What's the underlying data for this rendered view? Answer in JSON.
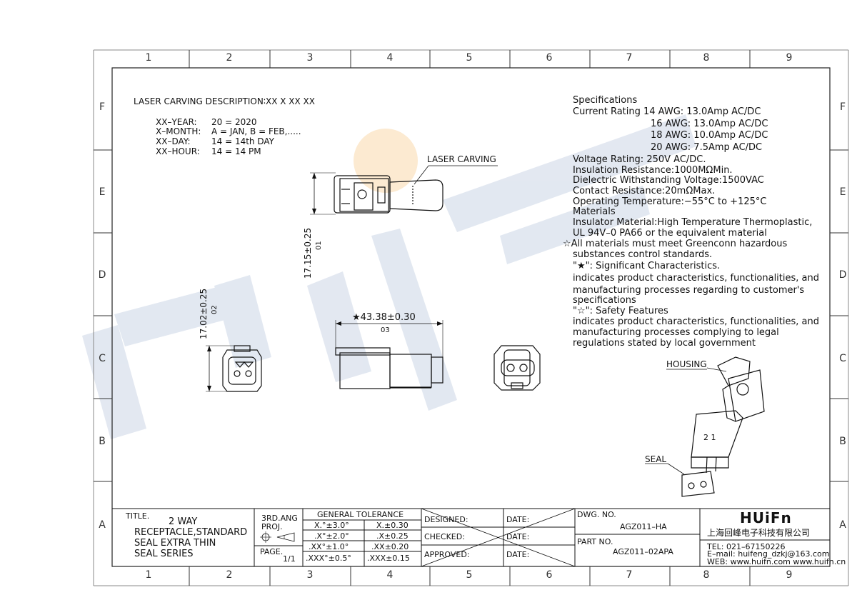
{
  "grid": {
    "columns": [
      "1",
      "2",
      "3",
      "4",
      "5",
      "6",
      "7",
      "8",
      "9"
    ],
    "rows": [
      "F",
      "E",
      "D",
      "C",
      "B",
      "A"
    ]
  },
  "laser": {
    "title": "LASER CARVING DESCRIPTION∶XX X XX XX",
    "year_label": "XX–YEAR:",
    "year_value": "20 = 2020",
    "month_label": "X–MONTH:",
    "month_value": "A = JAN, B = FEB,.....",
    "day_label": "XX–DAY:",
    "day_value": "14 = 14th DAY",
    "hour_label": "XX–HOUR:",
    "hour_value": "14 = 14 PM"
  },
  "drawing": {
    "laser_carving_label": "LASER CARVING",
    "dim_height": "17.15±0.25",
    "dim_height_ref": "01",
    "dim_width": "17.02±0.25",
    "dim_width_ref": "02",
    "dim_length": "★43.38±0.30",
    "dim_length_ref": "03",
    "housing_label": "HOUSING",
    "seal_label": "SEAL",
    "pin_labels": "2  1"
  },
  "specs": {
    "heading": "Specifications",
    "current_1": "Current Rating 14 AWG: 13.0Amp AC/DC",
    "current_2": "16 AWG: 13.0Amp AC/DC",
    "current_3": "18 AWG: 10.0Amp AC/DC",
    "current_4": "20 AWG: 7.5Amp   AC/DC",
    "voltage": "Voltage Rating: 250V AC/DC.",
    "insulation_resistance": "Insulation Resistance:1000MΩMin.",
    "dielectric": "Dielectric Withstanding Voltage:1500VAC",
    "contact": "Contact Resistance:20mΩMax.",
    "temperature": "Operating Temperature:−55°C to +125°C",
    "materials": "Materials",
    "insulator_1": "Insulator Material:High Temperature Thermoplastic,",
    "insulator_2": "UL 94V–0 PA66 or the equivalent material",
    "hazard_1": "☆All materials must meet Greenconn hazardous",
    "hazard_2": "substances control standards.",
    "sig_title": "\"★\": Significant Characteristics.",
    "sig_1": "indicates product characteristics, functionalities, and",
    "sig_2": "manufacturing processes regarding to customer's",
    "sig_3": "specifications",
    "safety_title": "\"☆\": Safety Features",
    "safety_1": "indicates product characteristics, functionalities, and",
    "safety_2": "manufacturing processes complying to legal",
    "safety_3": "regulations stated by local government"
  },
  "titleblock": {
    "title_label": "TITLE.",
    "title_1": "2 WAY",
    "title_2": "RECEPTACLE,STANDARD",
    "title_3": "SEAL EXTRA THIN",
    "title_4": "SEAL SERIES",
    "proj_1": "3RD.ANG",
    "proj_2": "PROJ.",
    "page_label": "PAGE.",
    "page_value": "1/1",
    "tol_header": "GENERAL TOLERANCE",
    "tol_rows": [
      [
        "X.°±3.0°",
        "X.±0.30"
      ],
      [
        ".X°±2.0°",
        ".X±0.25"
      ],
      [
        ".XX°±1.0°",
        ".XX±0.20"
      ],
      [
        ".XXX°±0.5°",
        ".XXX±0.15"
      ]
    ],
    "designed": "DESIGNED:",
    "checked": "CHECKED:",
    "approved": "APPROVED:",
    "date": "DATE:",
    "dwg_label": "DWG. NO.",
    "dwg_value": "AGZ011–HA",
    "part_label": "PART NO.",
    "part_value": "AGZ011–02APA",
    "logo_text": "HUiFn",
    "company": "上海回峰电子科技有限公司",
    "tel": "TEL: 021–67150226",
    "email": "E–mail: huifeng_dzkj@163.com",
    "web": "WEB: www.huifn.com   www.huifn.cn"
  }
}
